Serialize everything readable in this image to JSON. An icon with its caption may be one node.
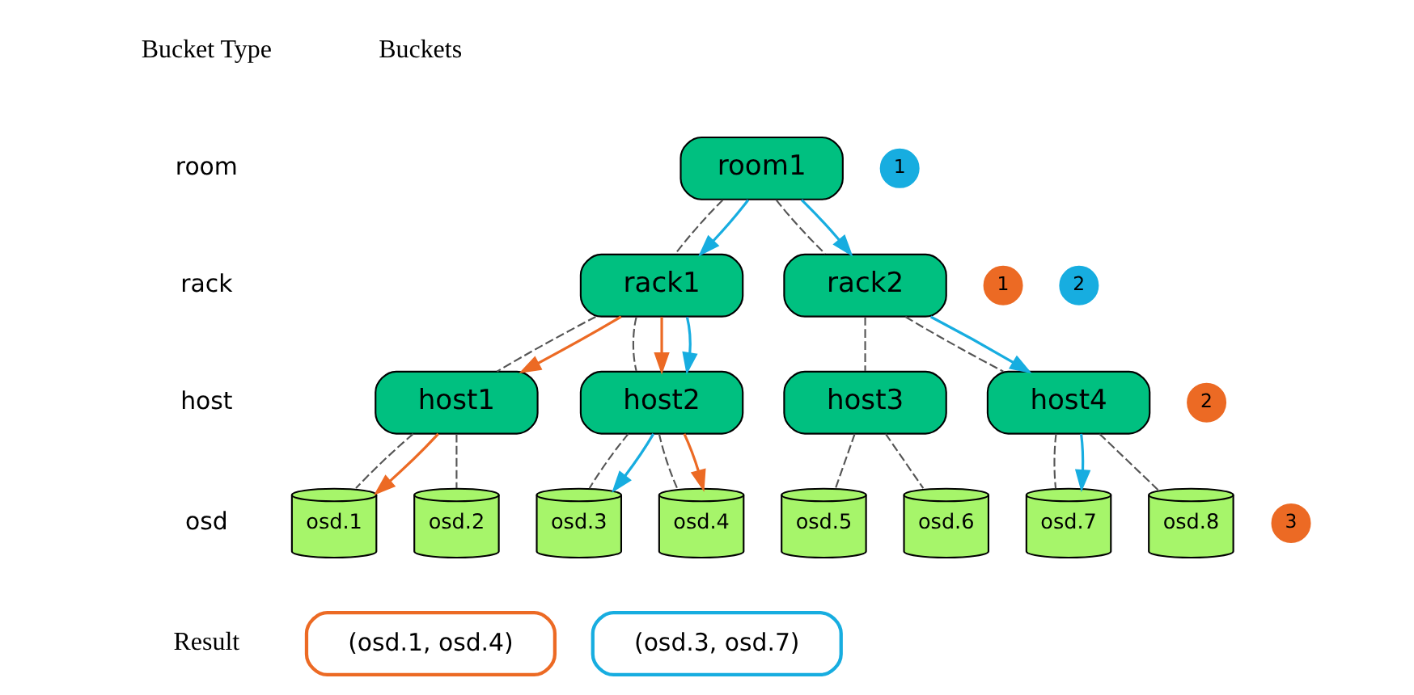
{
  "diagram": {
    "nodes": [
      {
        "text": [
          "room1"
        ]
      },
      {
        "text": [
          "1"
        ]
      },
      {
        "text": [
          "1"
        ]
      },
      {
        "text": [
          "rack1"
        ]
      },
      {
        "text": [
          "rack2"
        ]
      },
      {
        "text": [
          "2"
        ]
      },
      {
        "text": [
          "2"
        ]
      },
      {
        "text": [
          "host1"
        ]
      },
      {
        "text": [
          "host2"
        ]
      },
      {
        "text": [
          "host3"
        ]
      },
      {
        "text": [
          "host4"
        ]
      },
      {
        "text": [
          "3"
        ]
      },
      {
        "text": [
          "osd.1"
        ]
      },
      {
        "text": [
          "osd.2"
        ]
      },
      {
        "text": [
          "osd.3"
        ]
      },
      {
        "text": [
          "osd.4"
        ]
      },
      {
        "text": [
          "osd.5"
        ]
      },
      {
        "text": [
          "osd.6"
        ]
      },
      {
        "text": [
          "osd.7"
        ]
      },
      {
        "text": [
          "osd.8"
        ]
      },
      {
        "text": [
          "(osd.1, osd.4)"
        ]
      },
      {
        "text": [
          "(osd.3, osd.7)"
        ]
      }
    ],
    "edges": [
      {
        "from": 0,
        "to": 3,
        "arrow": "none",
        "style": "dashed"
      },
      {
        "from": 0,
        "to": 4,
        "arrow": "none",
        "style": "dashed"
      },
      {
        "from": 3,
        "to": 7,
        "arrow": "none",
        "style": "dashed"
      },
      {
        "from": 3,
        "to": 8,
        "arrow": "none",
        "style": "dashed"
      },
      {
        "from": 4,
        "to": 9,
        "arrow": "none",
        "style": "dashed"
      },
      {
        "from": 4,
        "to": 10,
        "arrow": "none",
        "style": "dashed"
      },
      {
        "from": 7,
        "to": 12,
        "arrow": "none",
        "style": "dashed"
      },
      {
        "from": 7,
        "to": 13,
        "arrow": "none",
        "style": "dashed"
      },
      {
        "from": 8,
        "to": 14,
        "arrow": "none",
        "style": "dashed"
      },
      {
        "from": 8,
        "to": 15,
        "arrow": "none",
        "style": "dashed"
      },
      {
        "from": 9,
        "to": 16,
        "arrow": "none",
        "style": "dashed"
      },
      {
        "from": 9,
        "to": 17,
        "arrow": "none",
        "style": "dashed"
      },
      {
        "from": 10,
        "to": 18,
        "arrow": "none",
        "style": "dashed"
      },
      {
        "from": 10,
        "to": 19,
        "arrow": "none",
        "style": "dashed"
      },
      {
        "from": 0,
        "to": 3,
        "arrow": "to",
        "color": "#17ade0"
      },
      {
        "from": 0,
        "to": 4,
        "arrow": "to",
        "color": "#17ade0"
      },
      {
        "from": 3,
        "to": 7,
        "arrow": "to",
        "color": "#ec6a24"
      },
      {
        "from": 3,
        "to": 8,
        "arrow": "to",
        "color": "#ec6a24"
      },
      {
        "from": 3,
        "to": 8,
        "arrow": "to",
        "color": "#17ade0"
      },
      {
        "from": 4,
        "to": 10,
        "arrow": "to",
        "color": "#17ade0"
      },
      {
        "from": 7,
        "to": 12,
        "arrow": "to",
        "color": "#ec6a24"
      },
      {
        "from": 8,
        "to": 14,
        "arrow": "to",
        "color": "#17ade0"
      },
      {
        "from": 8,
        "to": 15,
        "arrow": "to",
        "color": "#ec6a24"
      },
      {
        "from": 10,
        "to": 18,
        "arrow": "to",
        "color": "#17ade0"
      }
    ],
    "labels": [
      "Bucket Type",
      "Buckets",
      "room",
      "rack",
      "host",
      "osd",
      "Result"
    ]
  }
}
